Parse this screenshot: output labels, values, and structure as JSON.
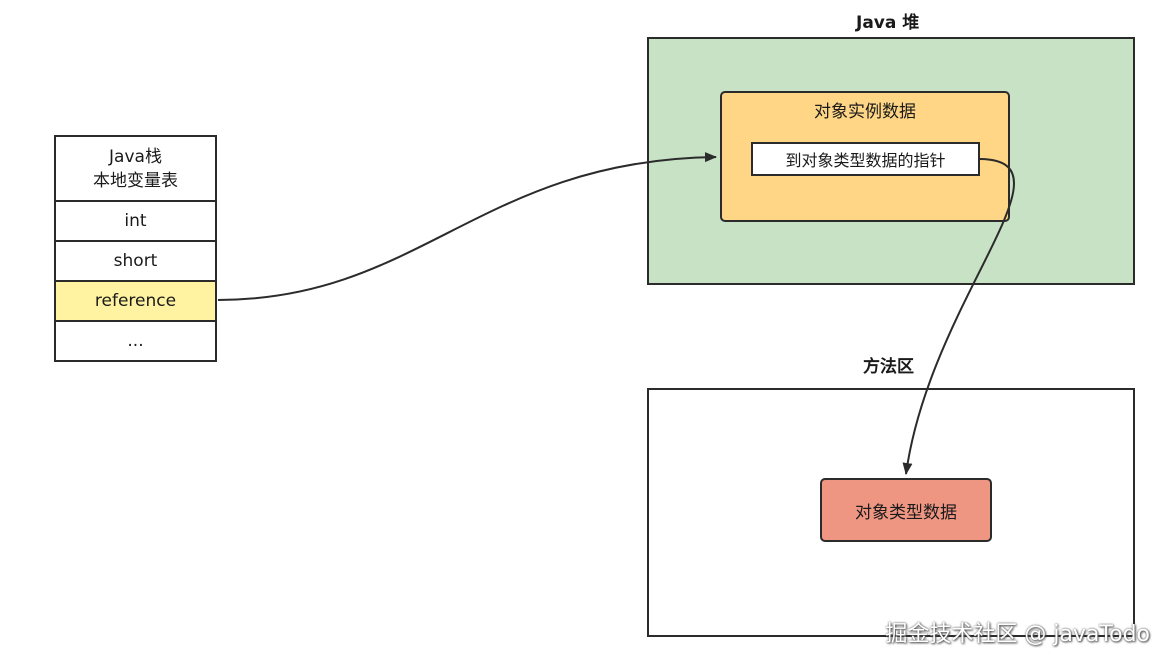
{
  "stack": {
    "header_line1": "Java栈",
    "header_line2": "本地变量表",
    "rows": [
      "int",
      "short",
      "reference",
      "..."
    ]
  },
  "heap": {
    "title": "Java 堆",
    "instance_label": "对象实例数据",
    "pointer_label": "到对象类型数据的指针"
  },
  "method_area": {
    "title": "方法区",
    "type_data_label": "对象类型数据"
  },
  "watermark": "掘金技术社区 @ javaTodo",
  "colors": {
    "heap_bg": "#c8e2c5",
    "instance_bg": "#ffd685",
    "reference_bg": "#fff2a0",
    "type_data_bg": "#ef9683",
    "stroke": "#2b2b2b"
  }
}
